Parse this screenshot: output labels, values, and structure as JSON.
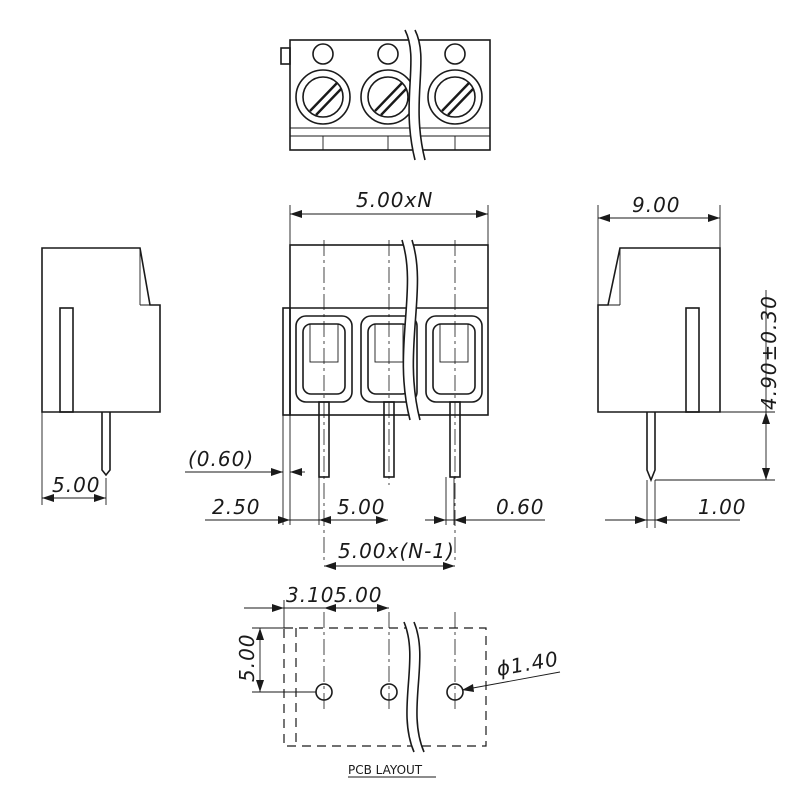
{
  "dimensions": {
    "width_total": "5.00xN",
    "side_depth": "9.00",
    "height": "4.90±0.30",
    "pin_offset_left": "5.00",
    "pin_thickness": "(0.60)",
    "edge_to_pin": "2.50",
    "pin_pitch": "5.00",
    "pin_width": "0.60",
    "pin_offset_right": "1.00",
    "pitch_span": "5.00x(N-1)",
    "pcb_edge": "3.10",
    "pcb_pitch": "5.00",
    "pcb_row": "5.00",
    "hole_diameter": "ϕ1.40"
  },
  "captions": {
    "pcb_layout": "PCB  LAYOUT"
  }
}
